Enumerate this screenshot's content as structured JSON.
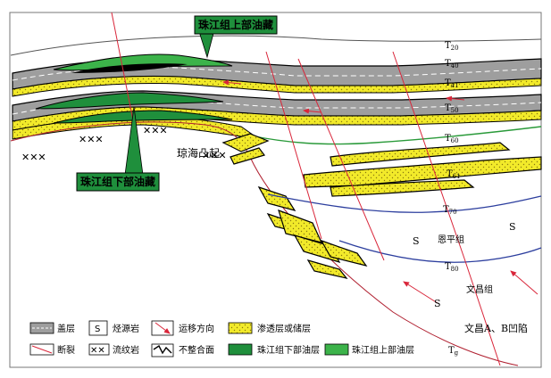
{
  "colors": {
    "seal_gray": "#9e9e9e",
    "reservoir_yellow": "#f2ea2a",
    "lower_oil_green": "#1f8f3c",
    "upper_oil_green": "#3cb34a",
    "fault_red": "#d9263a",
    "horizon_blue": "#2c3e9e",
    "unconformity_green": "#2a9a3a"
  },
  "callouts": {
    "upper_reservoir": "珠江组上部油藏",
    "lower_reservoir": "珠江组下部油藏"
  },
  "structure": {
    "uplift": "琼海凸起",
    "enping": "恩平组",
    "wenchang": "文昌组",
    "depression": "文昌A、B凹陷",
    "source_s1": "S",
    "source_s2": "S",
    "source_s3": "S"
  },
  "horizons": [
    {
      "main": "T",
      "sub": "20"
    },
    {
      "main": "T",
      "sub": "40"
    },
    {
      "main": "T",
      "sub": "41"
    },
    {
      "main": "T",
      "sub": "50"
    },
    {
      "main": "T",
      "sub": "60"
    },
    {
      "main": "T",
      "sub": "61"
    },
    {
      "main": "T",
      "sub": "70"
    },
    {
      "main": "T",
      "sub": "80"
    },
    {
      "main": "T",
      "sub": "g"
    }
  ],
  "legend": {
    "seal": "盖层",
    "source": "烃源岩",
    "source_symbol": "S",
    "migration": "运移方向",
    "reservoir": "渗透层或储层",
    "fault": "断裂",
    "rhyolite": "流纹岩",
    "unconformity": "不整合面",
    "lower_oil": "珠江组下部油层",
    "upper_oil": "珠江组上部油层"
  }
}
